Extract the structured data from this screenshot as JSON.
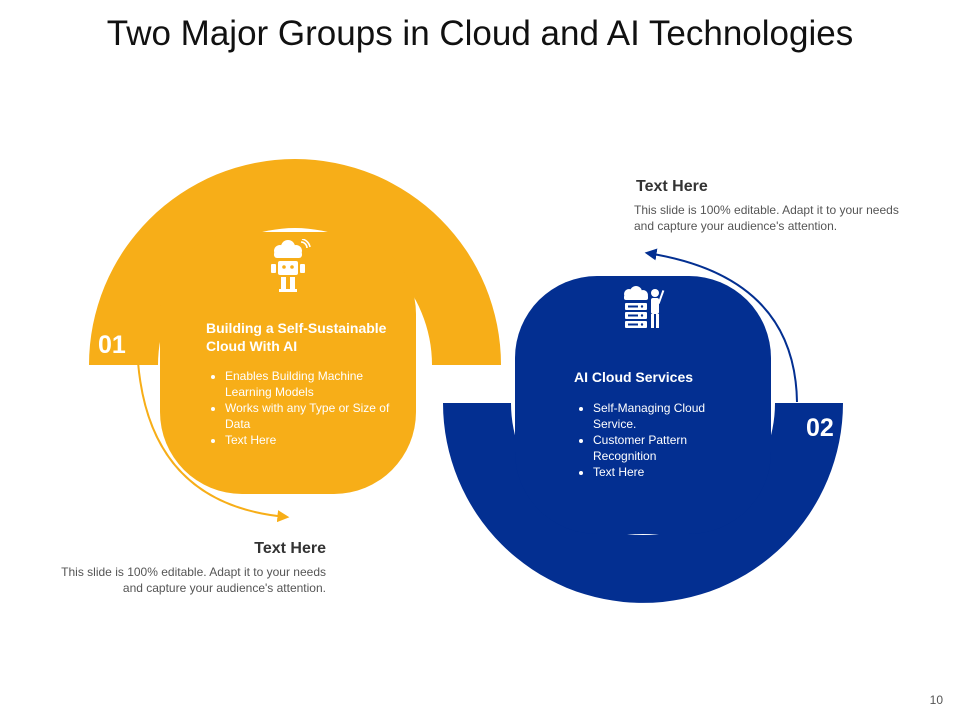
{
  "slide": {
    "title": "Two Major Groups in Cloud and AI Technologies",
    "page_number": "10"
  },
  "colors": {
    "orange": "#F7AE18",
    "blue": "#032F91",
    "arrow_orange": "#F7AE18",
    "arrow_blue": "#032F91"
  },
  "group1": {
    "number": "01",
    "title": "Building a Self-Sustainable Cloud With AI",
    "icon": "cloud-robot-icon",
    "bullets": [
      "Enables Building  Machine Learning Models",
      "Works with any Type or Size of Data",
      "Text Here"
    ]
  },
  "group2": {
    "number": "02",
    "title": "AI Cloud Services",
    "icon": "cloud-server-presenter-icon",
    "bullets": [
      "Self-Managing Cloud Service.",
      "Customer Pattern Recognition",
      "Text Here"
    ]
  },
  "note_top": {
    "title": "Text Here",
    "body": "This slide is 100% editable. Adapt it to your needs and capture your audience's attention."
  },
  "note_bottom": {
    "title": "Text Here",
    "body": "This slide is 100% editable. Adapt it to your needs and capture your audience's attention."
  }
}
